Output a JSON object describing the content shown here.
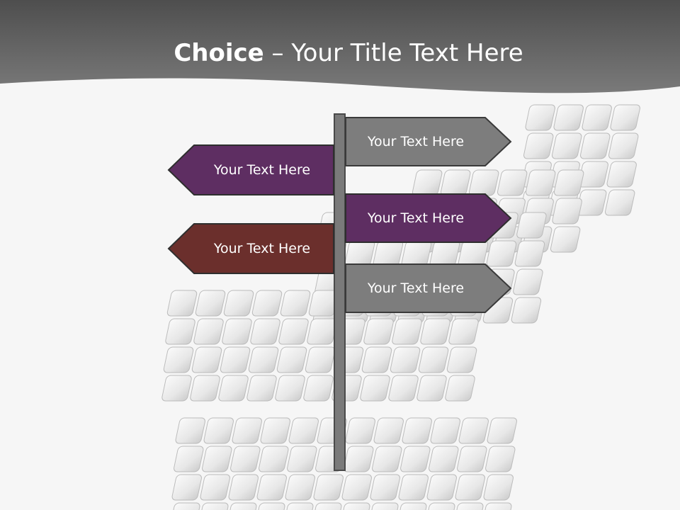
{
  "slide": {
    "title_bold": "Choice",
    "title_rest": " – Your Title Text Here"
  },
  "signs": [
    {
      "label": "Your Text Here",
      "side": "right",
      "color": "#7d7d7d"
    },
    {
      "label": "Your Text Here",
      "side": "left",
      "color": "#5e2e62"
    },
    {
      "label": "Your Text Here",
      "side": "right",
      "color": "#5e2e62"
    },
    {
      "label": "Your Text Here",
      "side": "left",
      "color": "#6b2f2c"
    },
    {
      "label": "Your Text Here",
      "side": "right",
      "color": "#7d7d7d"
    }
  ],
  "colors": {
    "header": "#5f5f5f",
    "pole": "#7a7a7a",
    "outline": "#3a3a3a"
  }
}
